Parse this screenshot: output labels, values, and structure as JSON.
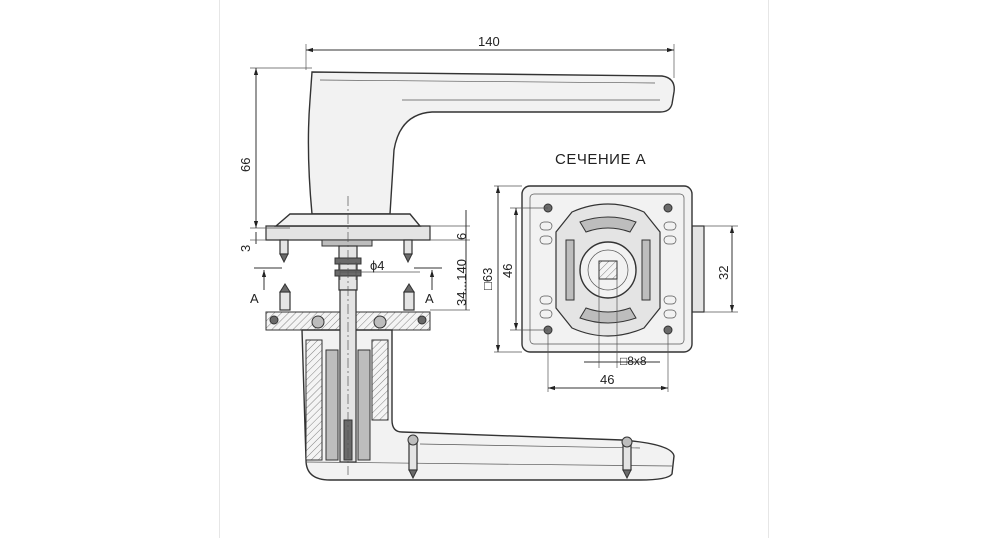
{
  "section_title": "СЕЧЕНИЕ А",
  "dimensions": {
    "overall_length": "140",
    "height": "66",
    "rosette_thickness": "3",
    "rosette_step": "6",
    "pin_diameter": "ϕ4",
    "door_thickness": "34...140",
    "rosette_square": "□63",
    "screw_spacing_vertical": "46",
    "screw_spacing_horizontal": "46",
    "latch_height": "32",
    "spindle_square": "□8x8"
  },
  "section_marks": {
    "left": "A",
    "right": "A"
  }
}
